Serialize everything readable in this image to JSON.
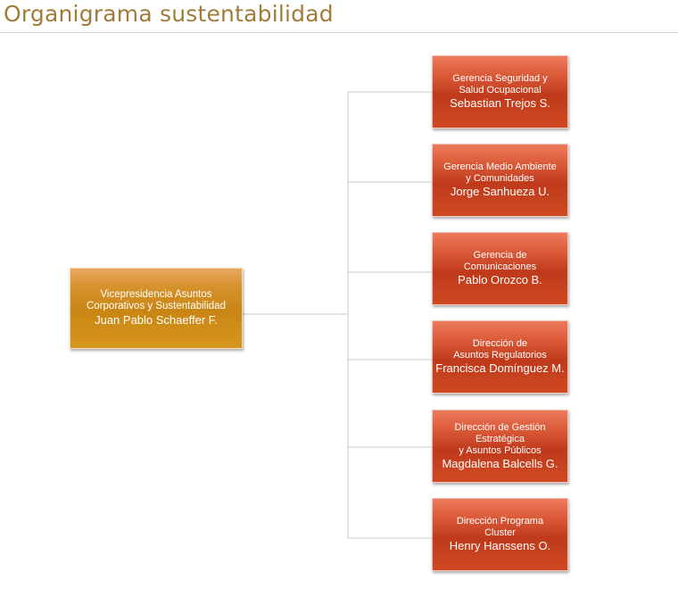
{
  "page": {
    "title": "Organigrama sustentabilidad"
  },
  "org": {
    "root": {
      "role": "Vicepresidencia Asuntos\nCorporativos y Sustentabilidad",
      "person": "Juan Pablo Schaeffer F."
    },
    "children": [
      {
        "role": "Gerencia Seguridad y\nSalud Ocupacional",
        "person": "Sebastian Trejos S."
      },
      {
        "role": "Gerencia Medio Ambiente\ny Comunidades",
        "person": "Jorge Sanhueza U."
      },
      {
        "role": "Gerencia de\nComunicaciones",
        "person": "Pablo Orozco B."
      },
      {
        "role": "Dirección de\nAsuntos Regulatorios",
        "person": "Francisca Domínguez M."
      },
      {
        "role": "Dirección de Gestión\nEstratégica\ny Asuntos Públicos",
        "person": "Magdalena Balcells G."
      },
      {
        "role": "Dirección Programa\nCluster",
        "person": "Henry Hanssens O."
      }
    ]
  },
  "colors": {
    "title": "#a07c3a",
    "root_box": "#c98614",
    "child_box": "#bf3a1b",
    "connector": "#c8c8c8"
  }
}
